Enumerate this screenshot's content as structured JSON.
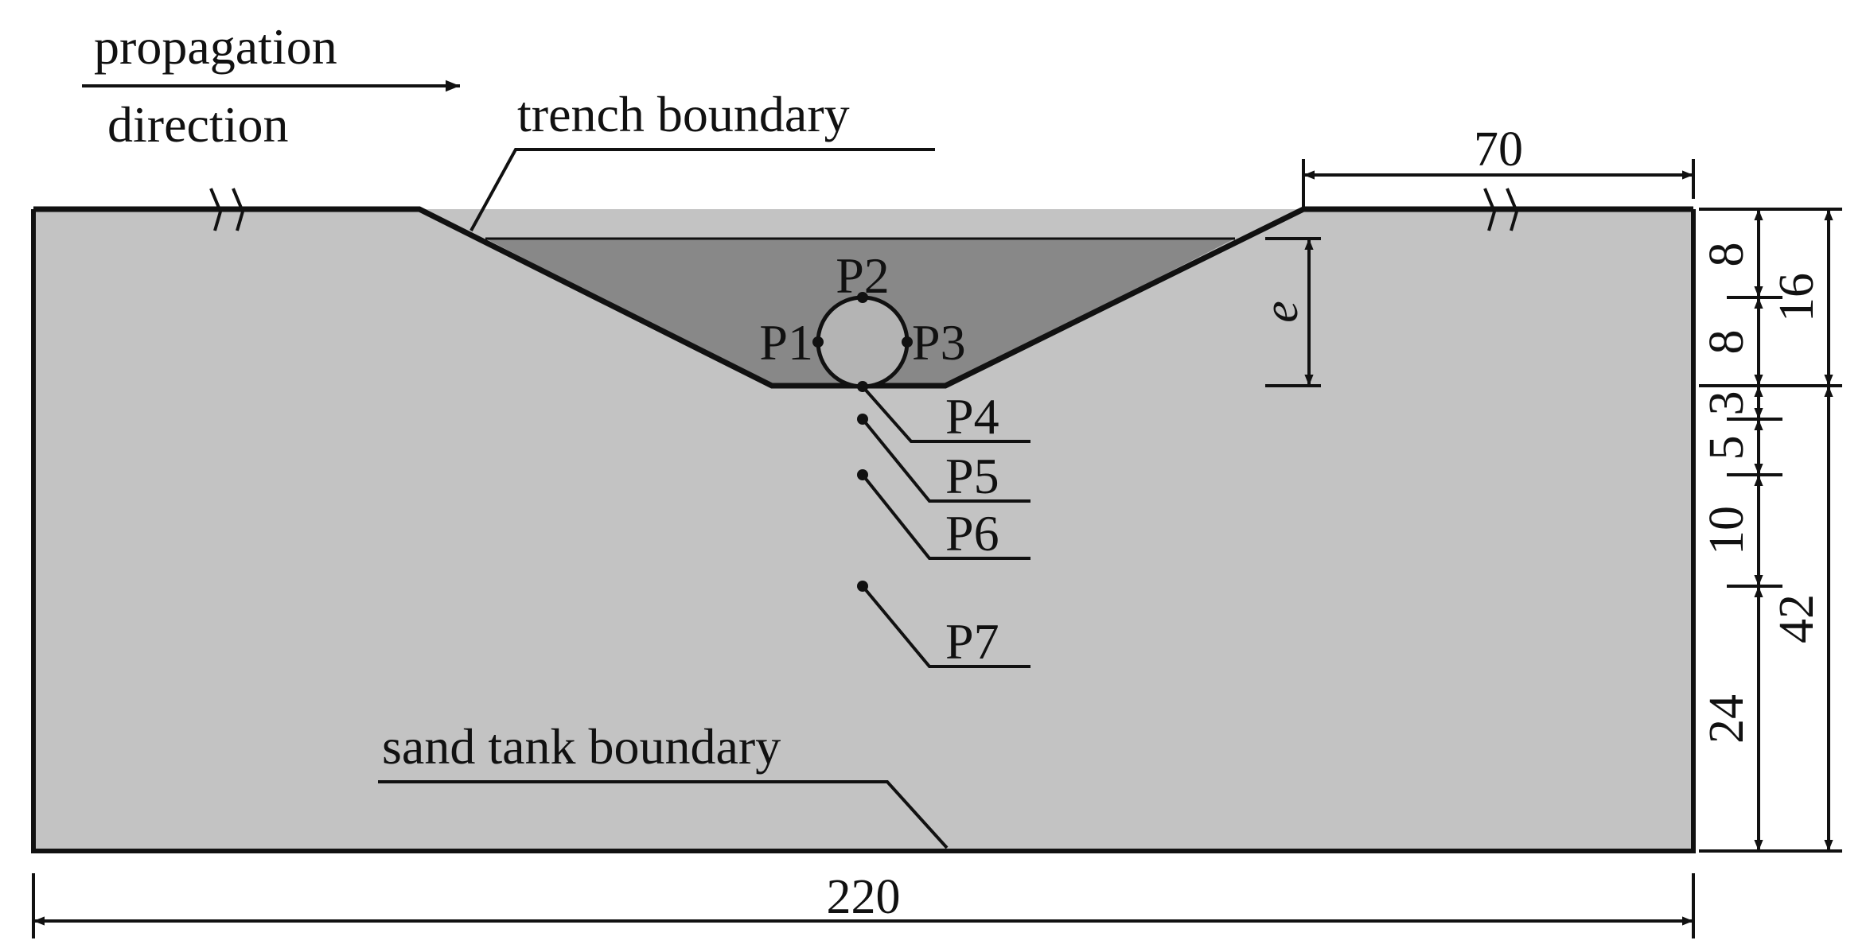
{
  "labels": {
    "propagation_line1": "propagation",
    "propagation_line2": "direction",
    "trench_boundary": "trench boundary",
    "sand_tank_boundary": "sand tank boundary"
  },
  "points": {
    "p1": "P1",
    "p2": "P2",
    "p3": "P3",
    "p4": "P4",
    "p5": "P5",
    "p6": "P6",
    "p7": "P7"
  },
  "dimensions": {
    "total_width": "220",
    "trench_side": "70",
    "e": "e",
    "d8a": "8",
    "d8b": "8",
    "d16": "16",
    "d3": "3",
    "d5": "5",
    "d10": "10",
    "d24": "24",
    "d42": "42"
  },
  "colors": {
    "soil": "#c3c3c3",
    "backfill": "#888888",
    "pipe": "#b4b4b4",
    "line": "#111111"
  }
}
